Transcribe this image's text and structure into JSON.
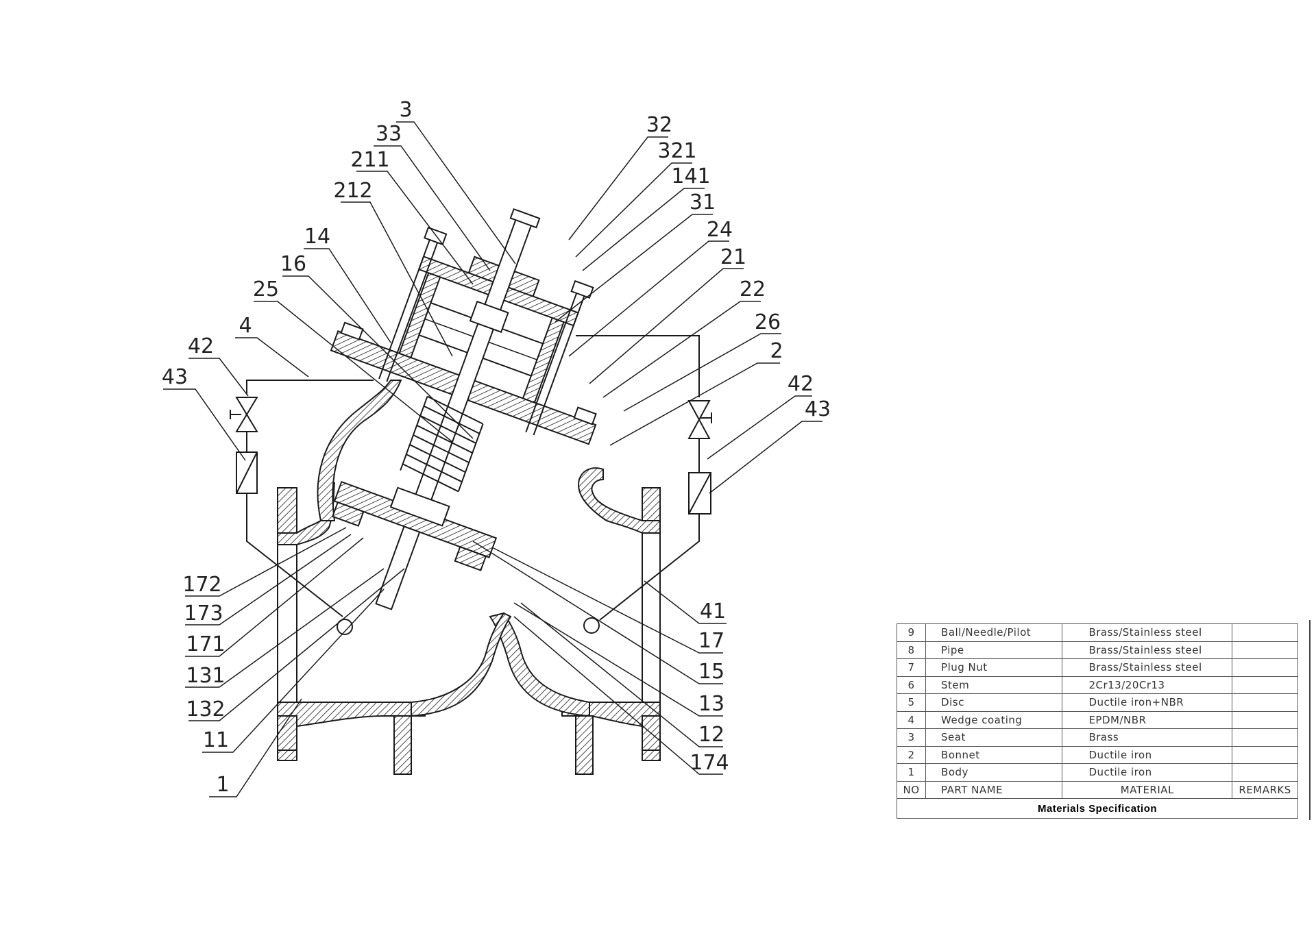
{
  "callouts": {
    "c3": "3",
    "c33": "33",
    "c211": "211",
    "c212": "212",
    "c14": "14",
    "c16": "16",
    "c25": "25",
    "c4": "4",
    "c42l": "42",
    "c43l": "43",
    "c32": "32",
    "c321": "321",
    "c141": "141",
    "c31": "31",
    "c24": "24",
    "c21": "21",
    "c22": "22",
    "c26": "26",
    "c2": "2",
    "c42r": "42",
    "c43r": "43",
    "c172": "172",
    "c173": "173",
    "c171": "171",
    "c131": "131",
    "c132": "132",
    "c11": "11",
    "c1": "1",
    "c41": "41",
    "c17": "17",
    "c15": "15",
    "c13": "13",
    "c12": "12",
    "c174": "174"
  },
  "materials": {
    "rows": [
      {
        "no": "9",
        "name": "Ball/Needle/Pilot",
        "material": "Brass/Stainless steel",
        "remarks": ""
      },
      {
        "no": "8",
        "name": "Pipe",
        "material": "Brass/Stainless steel",
        "remarks": ""
      },
      {
        "no": "7",
        "name": "Plug Nut",
        "material": "Brass/Stainless steel",
        "remarks": ""
      },
      {
        "no": "6",
        "name": "Stem",
        "material": "2Cr13/20Cr13",
        "remarks": ""
      },
      {
        "no": "5",
        "name": "Disc",
        "material": "Ductile iron+NBR",
        "remarks": ""
      },
      {
        "no": "4",
        "name": "Wedge coating",
        "material": "EPDM/NBR",
        "remarks": ""
      },
      {
        "no": "3",
        "name": "Seat",
        "material": "Brass",
        "remarks": ""
      },
      {
        "no": "2",
        "name": "Bonnet",
        "material": "Ductile iron",
        "remarks": ""
      },
      {
        "no": "1",
        "name": "Body",
        "material": "Ductile iron",
        "remarks": ""
      }
    ],
    "header": {
      "no": "NO",
      "name": "PART   NAME",
      "material": "MATERIAL",
      "remarks": "REMARKS"
    },
    "caption": "Materials Specification"
  }
}
